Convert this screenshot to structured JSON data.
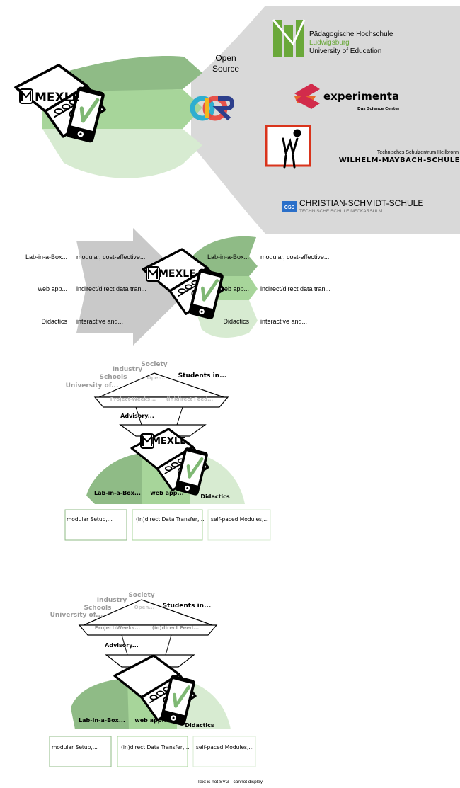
{
  "colors": {
    "dark_green": "#8fbb86",
    "mid_green": "#a7d59a",
    "light_green": "#d7ebd1",
    "gray_fan": "#d9d9d9",
    "gray_arrow": "#c9c9c9",
    "phh_green": "#6aa83a",
    "experimenta_red": "#d22b4b",
    "wms_red": "#d9341c",
    "css_blue": "#2a6fc9"
  },
  "icons": {
    "mexle_logo": "mexle-logo-icon",
    "laptop": "laptop-icon",
    "phone": "smartphone-check-icon",
    "oer": "oer-logo-icon"
  },
  "section1": {
    "mexle_label": "MEXLE",
    "open_source": [
      "Open",
      "Source"
    ],
    "partners": {
      "phh": [
        "Pädagogische Hochschule",
        "Ludwigsburg",
        "University of Education"
      ],
      "experimenta": {
        "name": "experimenta",
        "subtitle": "Das Science Center"
      },
      "wms": {
        "line1": "Technisches Schulzentrum Heilbronn",
        "line2": "WILHELM-MAYBACH-SCHULE"
      },
      "css": {
        "abbr": "CSS",
        "line1": "CHRISTIAN-SCHMIDT-SCHULE",
        "line2": "TECHNISCHE SCHULE NECKARSULM"
      }
    }
  },
  "section2": {
    "mexle_label": "MEXLE",
    "left_labels": [
      "Lab-in-a-Box...",
      "web app...",
      "Didactics"
    ],
    "left_descs": [
      "modular, cost-effective...",
      "indirect/direct data tran...",
      "interactive and..."
    ],
    "right_labels": [
      "Lab-in-a-Box...",
      "web app...",
      "Didactics"
    ],
    "right_descs": [
      "modular, cost-effective...",
      "indirect/direct data tran...",
      "interactive and..."
    ]
  },
  "section3": {
    "mexle_label": "MEXLE",
    "society": "Society",
    "industry": "Industry",
    "schools": "Schools",
    "university": "University of...",
    "open": "Open...",
    "students": "Students in...",
    "project": "Project-Weeks...",
    "indirect": "(in)direct Feed...",
    "advisory": "Advisory...",
    "pillars": [
      "Lab-in-a-Box...",
      "web app...",
      "Didactics"
    ],
    "boxes": [
      "modular Setup,...",
      "(in)direct Data Transfer,...",
      "self-paced Modules,..."
    ]
  },
  "section4": {
    "society": "Society",
    "industry": "Industry",
    "schools": "Schools",
    "university": "University of...",
    "open": "Open...",
    "students": "Students in...",
    "project": "Project-Weeks...",
    "indirect": "(in)direct Feed...",
    "advisory": "Advisory...",
    "pillars": [
      "Lab-in-a-Box...",
      "web app...",
      "Didactics"
    ],
    "boxes": [
      "modular Setup,...",
      "(in)direct Data Transfer,...",
      "self-paced Modules,..."
    ]
  },
  "footer": "Text is not SVG - cannot display"
}
